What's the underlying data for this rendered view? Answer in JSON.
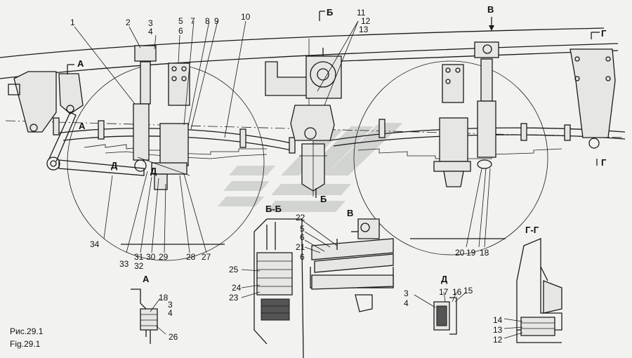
{
  "caption": {
    "ru": "Рис.29.1",
    "en": "Fig.29.1"
  },
  "section_markers": {
    "A": "А",
    "B": "Б",
    "V": "В",
    "G": "Г",
    "D": "Д"
  },
  "section_views": {
    "bb": "Б-Б",
    "v": "В",
    "a": "А",
    "d": "Д",
    "gg": "Г-Г"
  },
  "callouts": {
    "n1": "1",
    "n2": "2",
    "n3": "3",
    "n4": "4",
    "n5": "5",
    "n6": "6",
    "n7": "7",
    "n8": "8",
    "n9": "9",
    "n10": "10",
    "n11": "11",
    "n12": "12",
    "n13": "13",
    "n14": "14",
    "n15": "15",
    "n16": "16",
    "n17": "17",
    "n18": "18",
    "n19": "19",
    "n20": "20",
    "n21": "21",
    "n22": "22",
    "n23": "23",
    "n24": "24",
    "n25": "25",
    "n26": "26",
    "n27": "27",
    "n28": "28",
    "n29": "29",
    "n30": "30",
    "n31": "31",
    "n32": "32",
    "n33": "33",
    "n34": "34"
  },
  "colors": {
    "line": "#1a1a1a",
    "watermark": "#c8cbc8",
    "background": "#f2f2f0"
  },
  "icons": {
    "watermark": "manufacturer-logo-watermark"
  }
}
